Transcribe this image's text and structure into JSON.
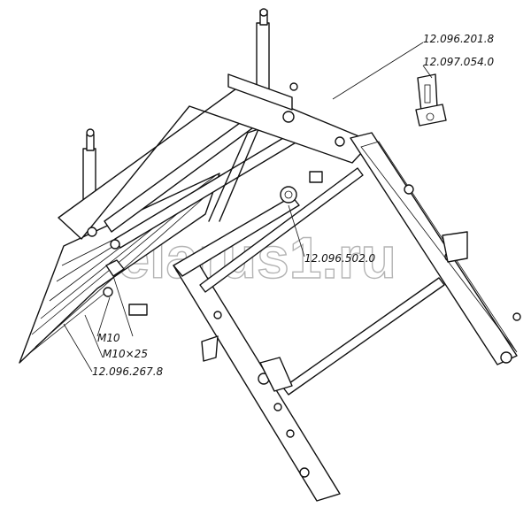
{
  "watermark": "belarus1.ru",
  "labels": {
    "frame": "12.096.201.8",
    "bracket": "12.097.054.0",
    "shaft": "12.096.502.0",
    "nut": "M10",
    "bolt": "M10×25",
    "shield": "12.096.267.8"
  }
}
